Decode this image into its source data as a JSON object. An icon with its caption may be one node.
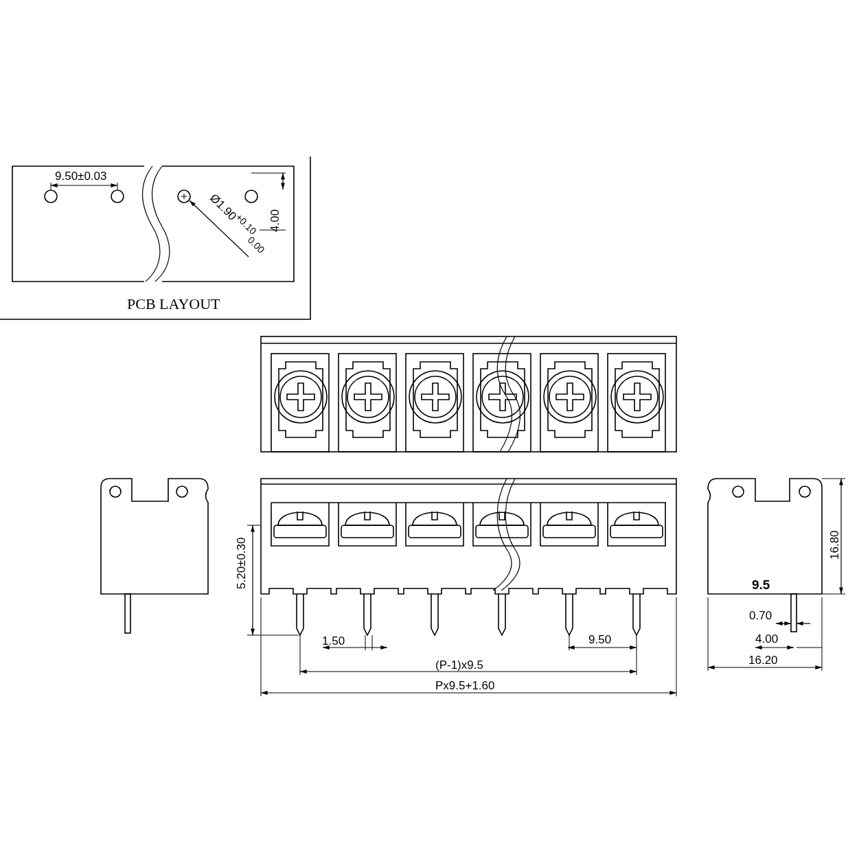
{
  "diagram": {
    "labels": [
      "9.50±0.03",
      "Ø1.90$^{+0.10}$$_{0.00}$",
      "4.00",
      "PCB LAYOUT",
      "5.20±0.30",
      "1.50",
      "9.50",
      "(P-1)x9.5",
      "Px9.5+1.60",
      "16.80",
      "9.5",
      "0.70",
      "4.00",
      "16.20"
    ]
  }
}
